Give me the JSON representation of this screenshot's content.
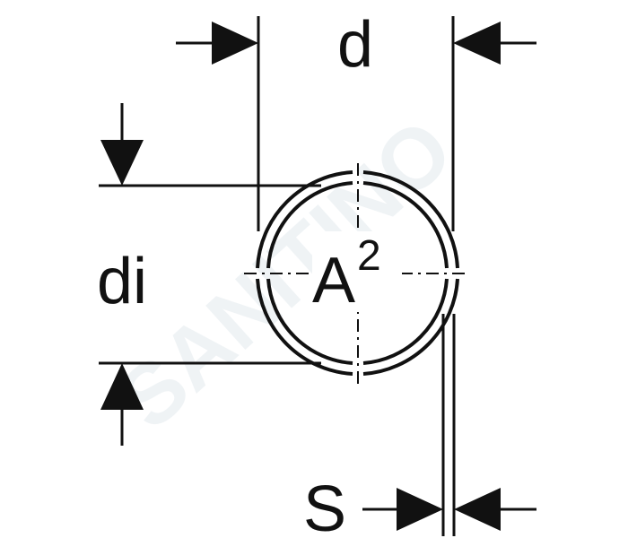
{
  "diagram": {
    "labels": {
      "outer_diameter": "d",
      "inner_diameter": "di",
      "wall_thickness": "S",
      "area_base": "A",
      "area_exponent": "2"
    },
    "watermark": "SANITINO",
    "colors": {
      "ink": "#111111",
      "background": "#ffffff",
      "watermark": "#eef2f5"
    }
  }
}
